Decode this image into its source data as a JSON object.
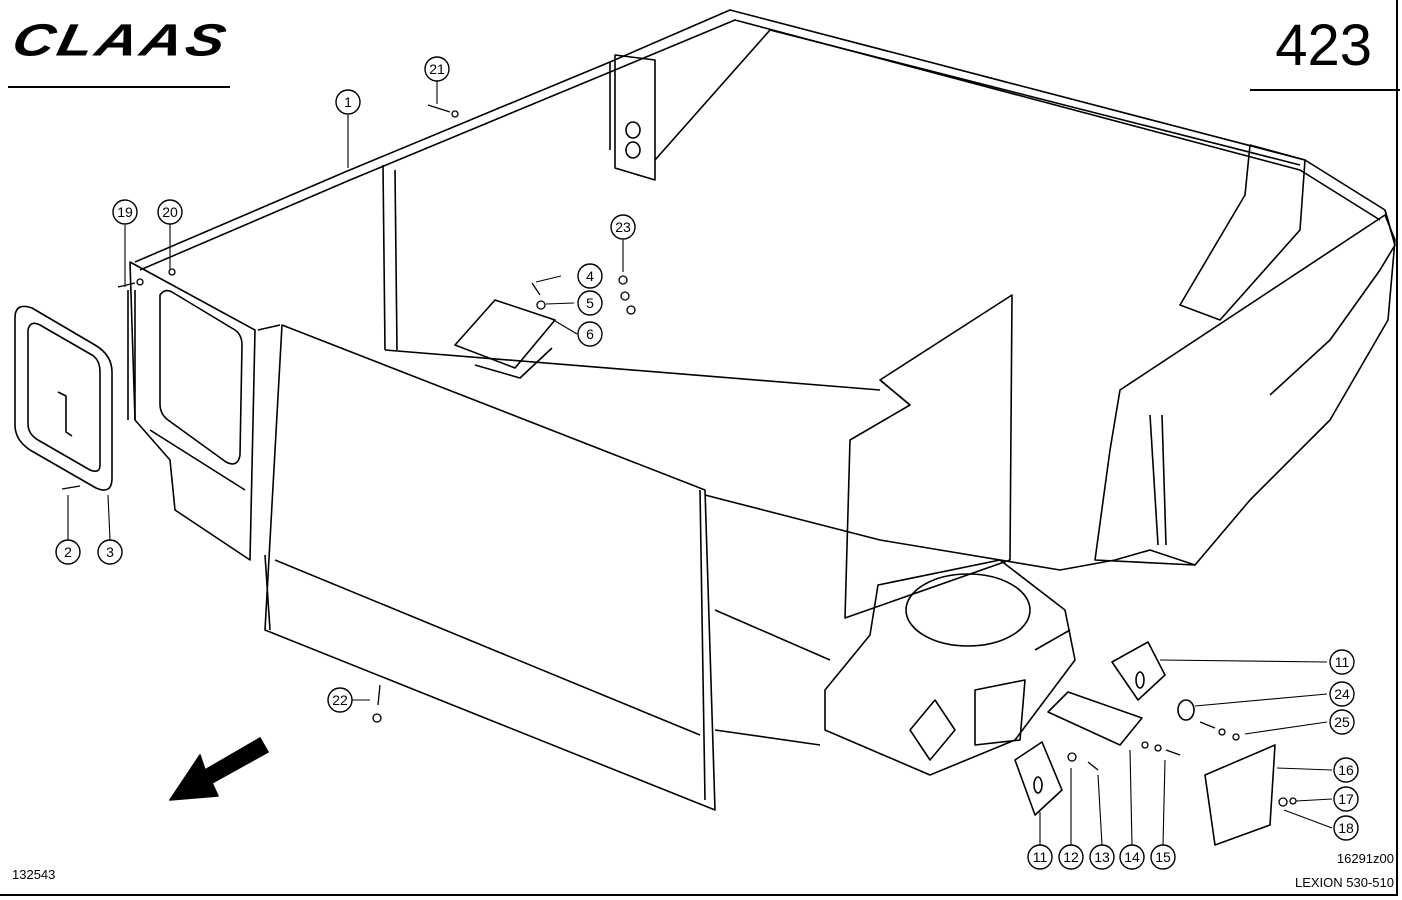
{
  "header": {
    "brand": "CLAAS",
    "page_number": "423"
  },
  "footer": {
    "drawing_id": "132543",
    "figure_code": "16291z00",
    "model": "LEXION 530-510"
  },
  "callouts": [
    "1",
    "2",
    "3",
    "4",
    "5",
    "6",
    "11",
    "11",
    "12",
    "13",
    "14",
    "15",
    "16",
    "17",
    "18",
    "19",
    "20",
    "21",
    "22",
    "23",
    "24",
    "25"
  ],
  "colors": {
    "ink": "#000000",
    "paper": "#ffffff"
  }
}
